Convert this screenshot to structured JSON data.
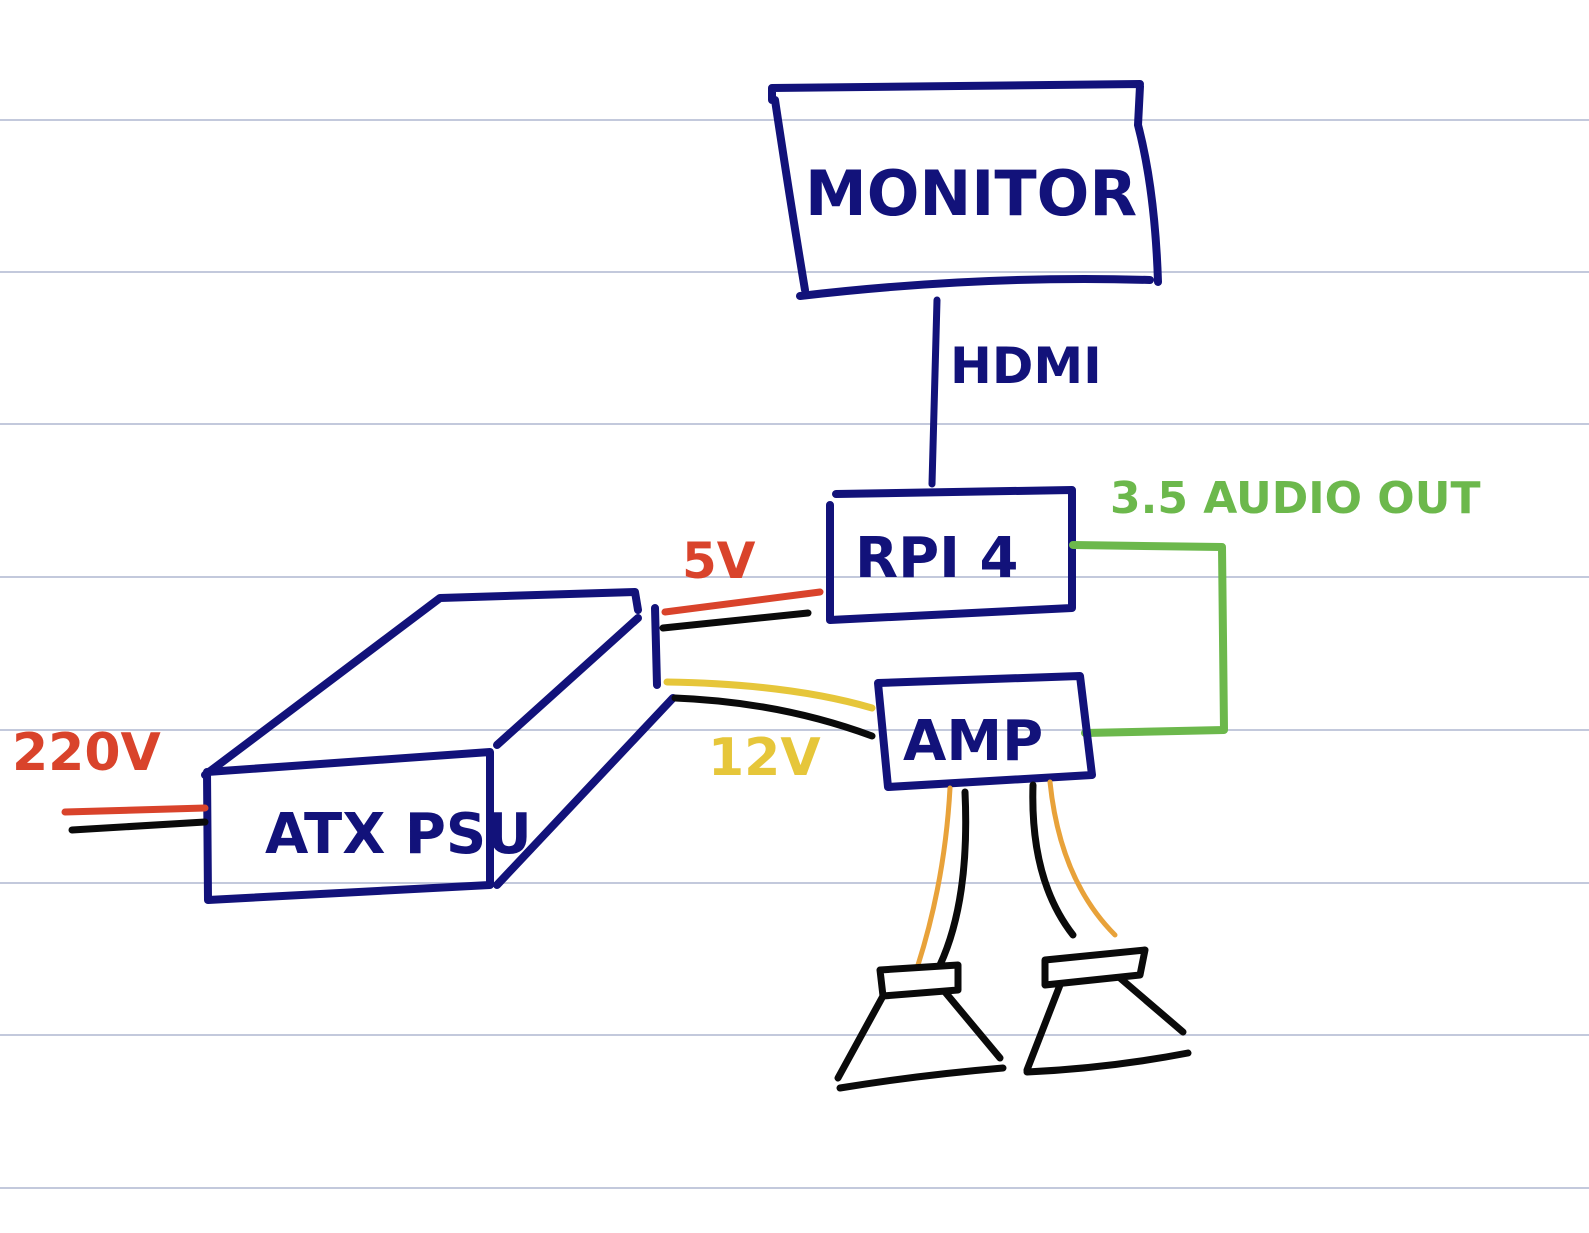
{
  "labels": {
    "monitor": "MONITOR",
    "hdmi": "HDMI",
    "rpi": "RPI 4",
    "audio_out": "3.5 AUDIO OUT",
    "five_v": "5V",
    "atx_psu": "ATX PSU",
    "mains": "220V",
    "amp": "AMP",
    "twelve_v": "12V"
  },
  "colors": {
    "ink": "#12127a",
    "red": "#d9432b",
    "black": "#0a0a0a",
    "yellow": "#e6c63a",
    "green": "#6cb84c",
    "orange": "#e8a23a",
    "ruled_line": "#c3c9dc"
  }
}
